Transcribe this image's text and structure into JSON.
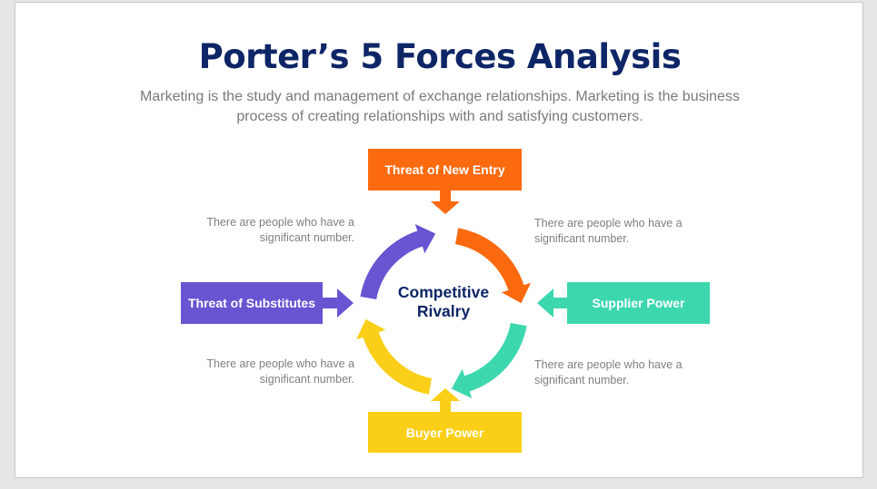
{
  "title": "Porter’s 5 Forces Analysis",
  "subtitle": "Marketing is the study and management of exchange relationships. Marketing is the business process of creating relationships with and satisfying customers.",
  "center": {
    "line1": "Competitive",
    "line2": "Rivalry"
  },
  "forces": {
    "top": {
      "label": "Threat of New Entry",
      "color": "#fb6a0e"
    },
    "left": {
      "label": "Threat of Substitutes",
      "color": "#6755d2"
    },
    "right": {
      "label": "Supplier Power",
      "color": "#3dd7ae"
    },
    "bottom": {
      "label": "Buyer Power",
      "color": "#fbcf17"
    }
  },
  "notes": {
    "top_left": {
      "line1": "There are people who have a",
      "line2": "significant number."
    },
    "top_right": {
      "line1": "There are people who have a",
      "line2": "significant number."
    },
    "bottom_left": {
      "line1": "There are people who have a",
      "line2": "significant number."
    },
    "bottom_right": {
      "line1": "There are people who have a",
      "line2": "significant number."
    }
  },
  "colors": {
    "title": "#0e2566",
    "subtitle": "#7a7a7a",
    "note": "#7f7f7f"
  }
}
